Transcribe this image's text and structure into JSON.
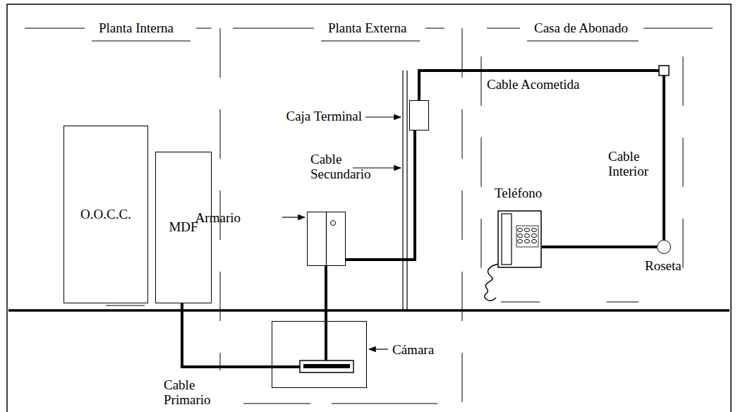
{
  "diagram": {
    "nodes": [
      {
        "text": [
          "O.O.C.C."
        ]
      },
      {
        "text": [
          "MDF"
        ]
      },
      {
        "text": [
          "Caja Terminal"
        ]
      },
      {
        "text": [
          "Armario"
        ]
      },
      {
        "text": [
          "Cámara"
        ]
      },
      {
        "text": [
          "Teléfono"
        ]
      },
      {
        "text": [
          "Roseta"
        ]
      }
    ],
    "edges": [
      {
        "from": 1,
        "to": 4,
        "arrow": "none",
        "label": "Cable Primario"
      },
      {
        "from": 4,
        "to": 3,
        "arrow": "none"
      },
      {
        "from": 3,
        "to": 2,
        "arrow": "none",
        "label": "Cable Secundario"
      },
      {
        "from": 2,
        "to": 6,
        "arrow": "none",
        "label": "Cable Acometida"
      },
      {
        "from": 6,
        "to": 5,
        "arrow": "none"
      }
    ],
    "labels": [
      "Planta Interna",
      "Planta Externa",
      "Casa de Abonado",
      "Cable Interior"
    ]
  }
}
